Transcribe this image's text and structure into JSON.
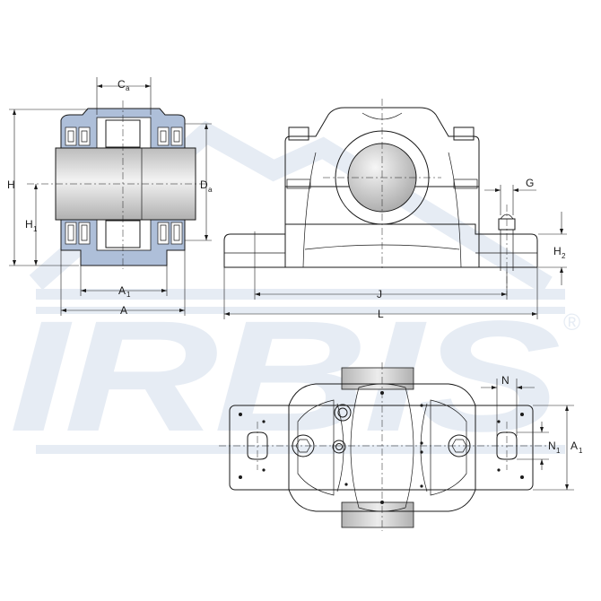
{
  "watermark": {
    "brand": "IRBIS",
    "registered_mark": "®"
  },
  "colors": {
    "line": "#1a1a1a",
    "seal_fill": "#aebfd9",
    "shaft_fill": "#d4d4d4",
    "watermark": "#e6ecf4"
  },
  "side_view": {
    "labels": {
      "Ca": {
        "main": "C",
        "sub": "a"
      },
      "H": {
        "main": "H",
        "sub": ""
      },
      "H1": {
        "main": "H",
        "sub": "1"
      },
      "Da": {
        "main": "D",
        "sub": "a"
      },
      "A1": {
        "main": "A",
        "sub": "1"
      },
      "A": {
        "main": "A",
        "sub": ""
      }
    }
  },
  "front_view": {
    "labels": {
      "G": {
        "main": "G",
        "sub": ""
      },
      "H2": {
        "main": "H",
        "sub": "2"
      },
      "J": {
        "main": "J",
        "sub": ""
      },
      "L": {
        "main": "L",
        "sub": ""
      }
    }
  },
  "top_view": {
    "labels": {
      "N": {
        "main": "N",
        "sub": ""
      },
      "N1": {
        "main": "N",
        "sub": "1"
      },
      "A1": {
        "main": "A",
        "sub": "1"
      }
    }
  }
}
